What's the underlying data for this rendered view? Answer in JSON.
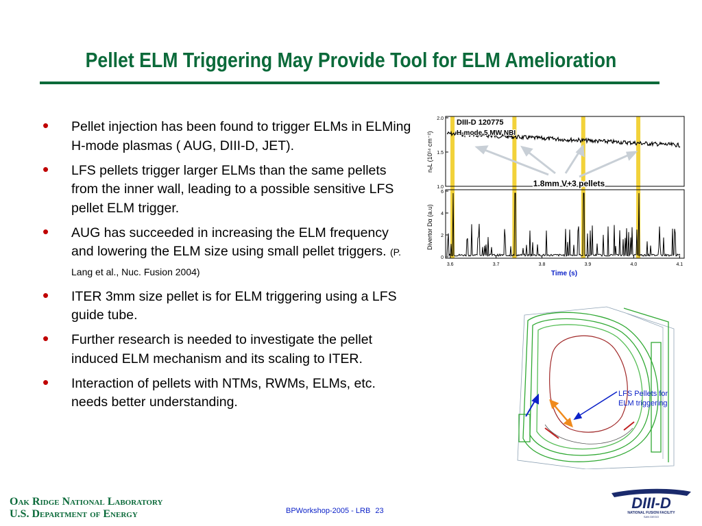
{
  "slide": {
    "title": "Pellet ELM Triggering May Provide Tool for ELM Amelioration",
    "bullets": [
      {
        "text": "Pellet injection has been found to  trigger ELMs in ELMing H-mode plasmas ( AUG, DIII-D, JET)."
      },
      {
        "text": "LFS pellets trigger larger ELMs than the same pellets from the inner wall, leading to a possible sensitive LFS pellet ELM trigger."
      },
      {
        "text": "AUG has succeeded in increasing the ELM frequency and lowering the ELM size using small pellet triggers.",
        "citation": "(P. Lang et al., Nuc. Fusion 2004)"
      },
      {
        "text": "ITER 3mm size pellet is for ELM triggering using a LFS guide tube."
      },
      {
        "text": "Further research is needed to investigate the pellet induced ELM mechanism and its scaling to ITER."
      },
      {
        "text": "Interaction of pellets with NTMs, RWMs, ELMs, etc. needs better understanding."
      }
    ],
    "bullet_color": "#c00000",
    "accent_color": "#0b6a3a"
  },
  "figure": {
    "shot_label": "DIII-D   120775",
    "mode_label": "H-mode 5 MW NBI",
    "pellet_label": "1.8mm V+3 pellets",
    "top_ylabel": "nₑL (10¹⁴ cm⁻²)",
    "top_ticks": [
      "2.0",
      "1.5",
      "1.0"
    ],
    "bottom_ylabel": "Divertor Dα (a.u)",
    "bottom_ticks": [
      "6",
      "4",
      "2",
      "0"
    ],
    "x_ticks": [
      "3.6",
      "3.7",
      "3.8",
      "3.9",
      "4.0",
      "4.1"
    ],
    "xlabel": "Time (s)",
    "pellet_times": [
      3.605,
      3.74,
      3.89,
      4.01
    ],
    "pellet_color": "#f2d23a"
  },
  "diagram": {
    "lfs_label": "LFS  Pellets for ELM triggering",
    "arrow_color_blue": "#0c22c8",
    "arrow_color_orange": "#f08a1c"
  },
  "footer": {
    "org_line1": "Oak Ridge National Laboratory",
    "org_line2": "U.S. Department of Energy",
    "workshop": "BPWorkshop-2005  - LRB",
    "page": "23",
    "logo_text": "DIII-D",
    "logo_sub1": "NATIONAL FUSION FACILITY",
    "logo_sub2": "SAN DIEGO"
  }
}
